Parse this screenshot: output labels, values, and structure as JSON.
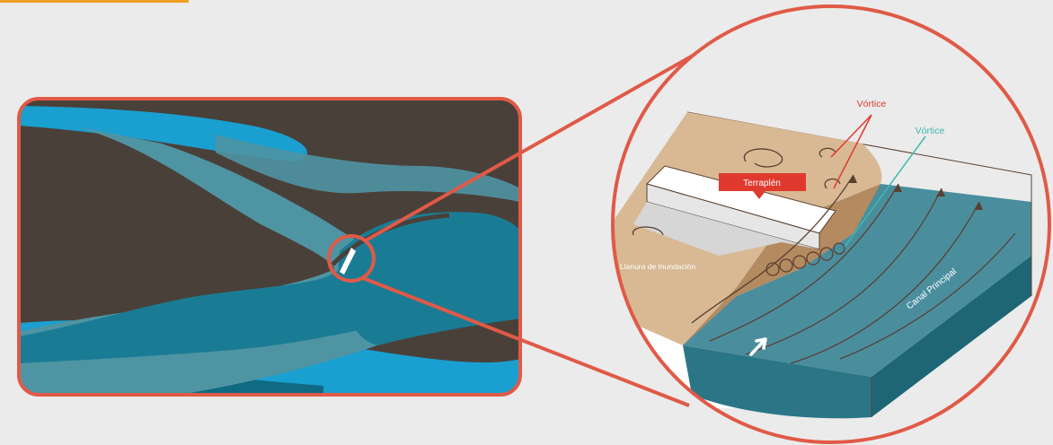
{
  "diagram": {
    "labels": {
      "vortex_red": "Vórtice",
      "vortex_teal": "Vórtice",
      "embankment": "Terraplén",
      "floodplain": "Llanura de Inundación",
      "main_channel": "Canal Principal"
    },
    "colors": {
      "accent_line": "#f0a020",
      "frame_red": "#e05a47",
      "dark_bg": "#4a403a",
      "water_light": "#4f94a3",
      "water_mid": "#1a7c94",
      "water_bright": "#1aa0d0",
      "sand": "#d8b994",
      "sand_dark": "#b48a60",
      "channel_top": "#4a8e9e",
      "channel_side": "#2a7686",
      "label_red": "#e03a2f",
      "label_teal": "#3db8b0",
      "vortex_stroke": "#5a4030"
    }
  }
}
